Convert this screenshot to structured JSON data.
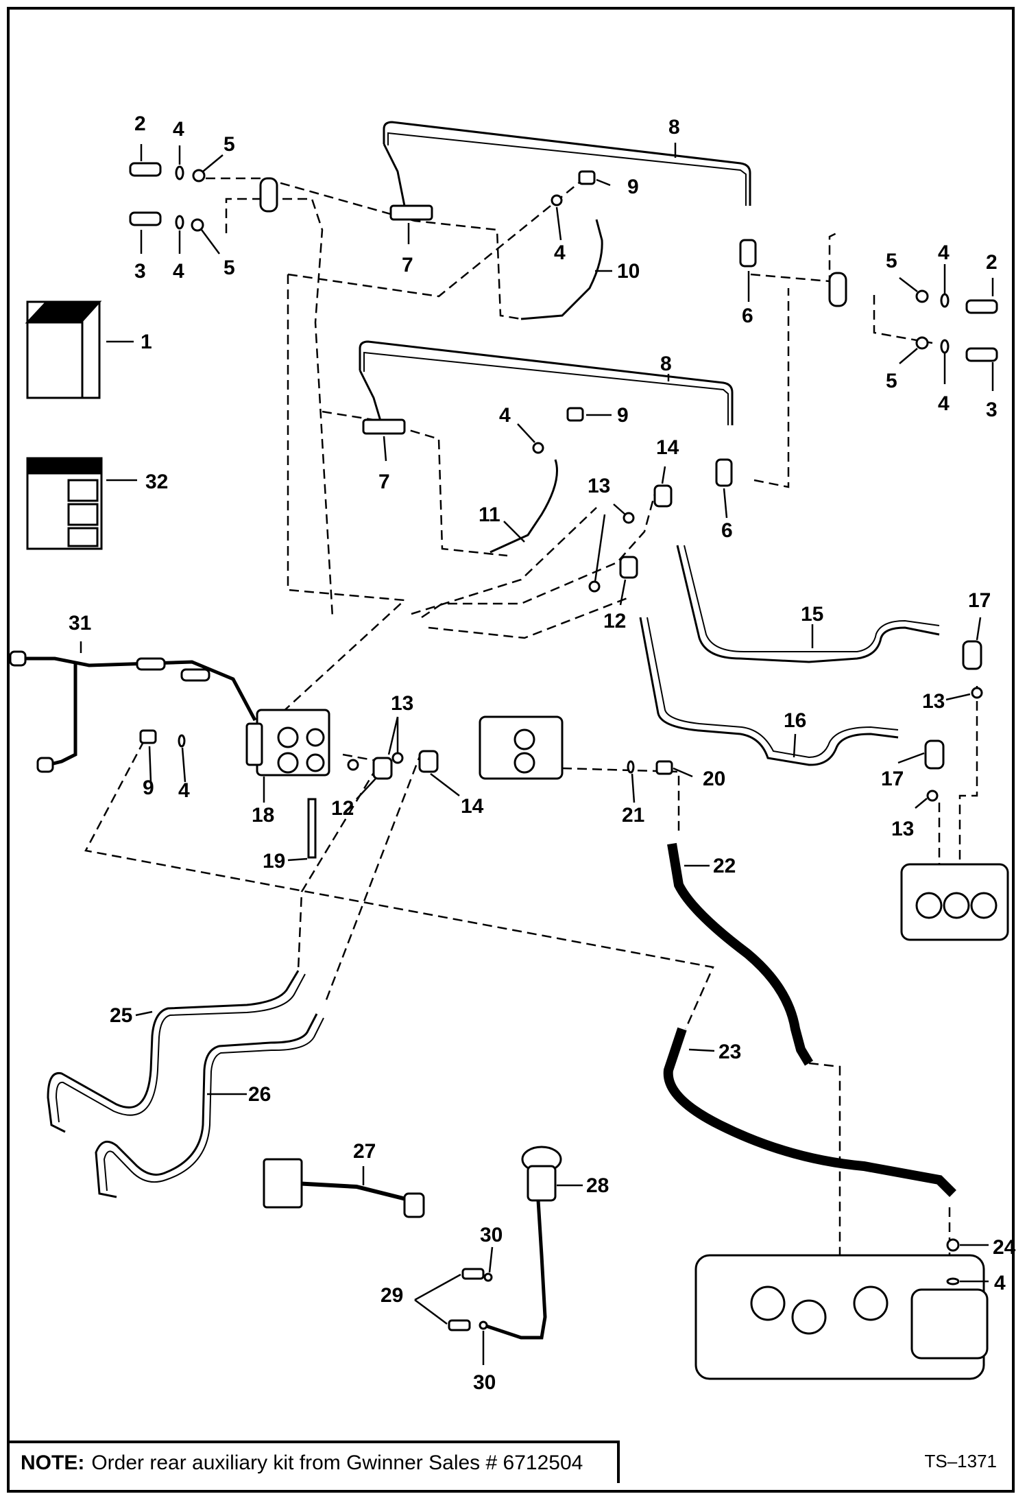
{
  "callouts": {
    "c1": "1",
    "c2a": "2",
    "c2b": "2",
    "c3a": "3",
    "c3b": "3",
    "c4a": "4",
    "c4b": "4",
    "c4c": "4",
    "c4d": "4",
    "c4e": "4",
    "c4f": "4",
    "c4g": "4",
    "c4h": "4",
    "c5a": "5",
    "c5b": "5",
    "c5c": "5",
    "c5d": "5",
    "c6a": "6",
    "c6b": "6",
    "c7a": "7",
    "c7b": "7",
    "c8a": "8",
    "c8b": "8",
    "c9a": "9",
    "c9b": "9",
    "c9c": "9",
    "c10": "10",
    "c11": "11",
    "c12a": "12",
    "c12b": "12",
    "c13a": "13",
    "c13b": "13",
    "c13c": "13",
    "c13d": "13",
    "c14a": "14",
    "c14b": "14",
    "c15": "15",
    "c16": "16",
    "c17a": "17",
    "c17b": "17",
    "c18": "18",
    "c19": "19",
    "c20": "20",
    "c21": "21",
    "c22": "22",
    "c23": "23",
    "c24": "24",
    "c25": "25",
    "c26": "26",
    "c27": "27",
    "c28": "28",
    "c29": "29",
    "c30a": "30",
    "c30b": "30",
    "c31": "31",
    "c32": "32"
  },
  "note": {
    "label": "NOTE:",
    "text": "Order rear auxiliary kit from Gwinner Sales # 6712504"
  },
  "reference": "TS–1371"
}
